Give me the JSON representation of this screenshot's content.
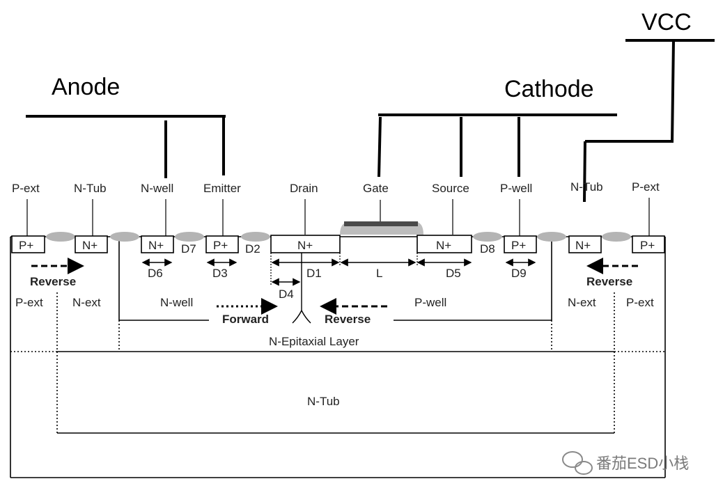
{
  "terminals": {
    "anode": "Anode",
    "cathode": "Cathode",
    "vcc": "VCC"
  },
  "top_labels": {
    "p_ext_left": "P-ext",
    "n_tub_left": "N-Tub",
    "n_well": "N-well",
    "emitter": "Emitter",
    "drain": "Drain",
    "gate": "Gate",
    "source": "Source",
    "p_well": "P-well",
    "n_tub_right": "N-Tub",
    "p_ext_right": "P-ext"
  },
  "diffusions": {
    "p_plus_left": "P+",
    "n_plus_tub_left": "N+",
    "n_plus_well": "N+",
    "p_plus_emitter": "P+",
    "n_plus_drain": "N+",
    "n_plus_source": "N+",
    "p_plus_pwell": "P+",
    "n_plus_tub_right": "N+",
    "p_plus_right": "P+"
  },
  "dimensions": {
    "d1": "D1",
    "d2": "D2",
    "d3": "D3",
    "d4": "D4",
    "d5": "D5",
    "d6": "D6",
    "d7": "D7",
    "d8": "D8",
    "d9": "D9",
    "l": "L"
  },
  "regions": {
    "p_ext_left": "P-ext",
    "n_ext_left": "N-ext",
    "n_well": "N-well",
    "p_well": "P-well",
    "n_ext_right": "N-ext",
    "p_ext_right": "P-ext",
    "n_epi": "N-Epitaxial Layer",
    "n_tub": "N-Tub"
  },
  "arrows": {
    "reverse_left": "Reverse",
    "forward": "Forward",
    "reverse_center": "Reverse",
    "reverse_right": "Reverse"
  },
  "watermark": {
    "text": "番茄ESD小栈",
    "icon": "wechat-icon"
  }
}
